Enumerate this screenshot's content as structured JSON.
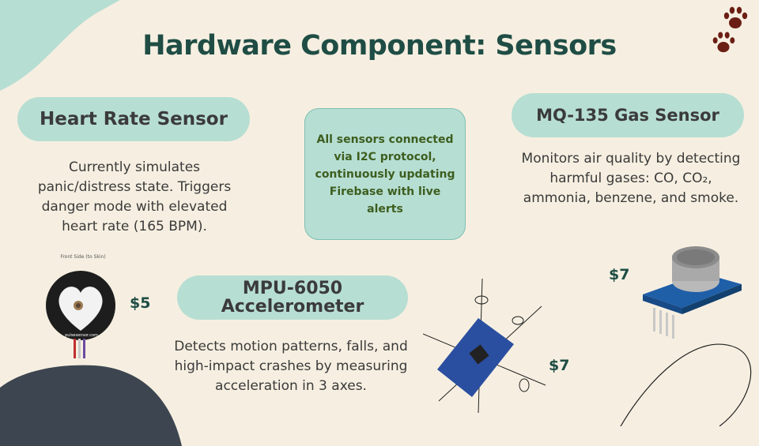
{
  "title": "Hardware Component: Sensors",
  "sensors": [
    {
      "name": "Heart Rate Sensor",
      "description": "Currently simulates panic/distress state. Triggers danger mode with elevated heart rate (165 BPM).",
      "price": "$5",
      "image_caption": "Front Side (to Skin)",
      "image_text": "pulsesensor.com"
    },
    {
      "name": "MQ-135 Gas Sensor",
      "description": "Monitors air quality by detecting harmful gases: CO, CO₂, ammonia, benzene, and smoke.",
      "price": "$7"
    },
    {
      "name": "MPU-6050 Accelerometer",
      "description": "Detects motion patterns, falls, and high-impact crashes by measuring acceleration in 3 axes.",
      "price": "$7"
    }
  ],
  "note": "All sensors connected via I2C protocol, continuously updating Firebase with live alerts",
  "colors": {
    "background": "#f6efe1",
    "pill": "#b7ded3",
    "title": "#1f4d45",
    "note_text": "#3d5e1f",
    "dark_blob": "#3d4650",
    "paw": "#6b1e14"
  },
  "icons": [
    "paw-print-icon",
    "paw-print-icon"
  ]
}
